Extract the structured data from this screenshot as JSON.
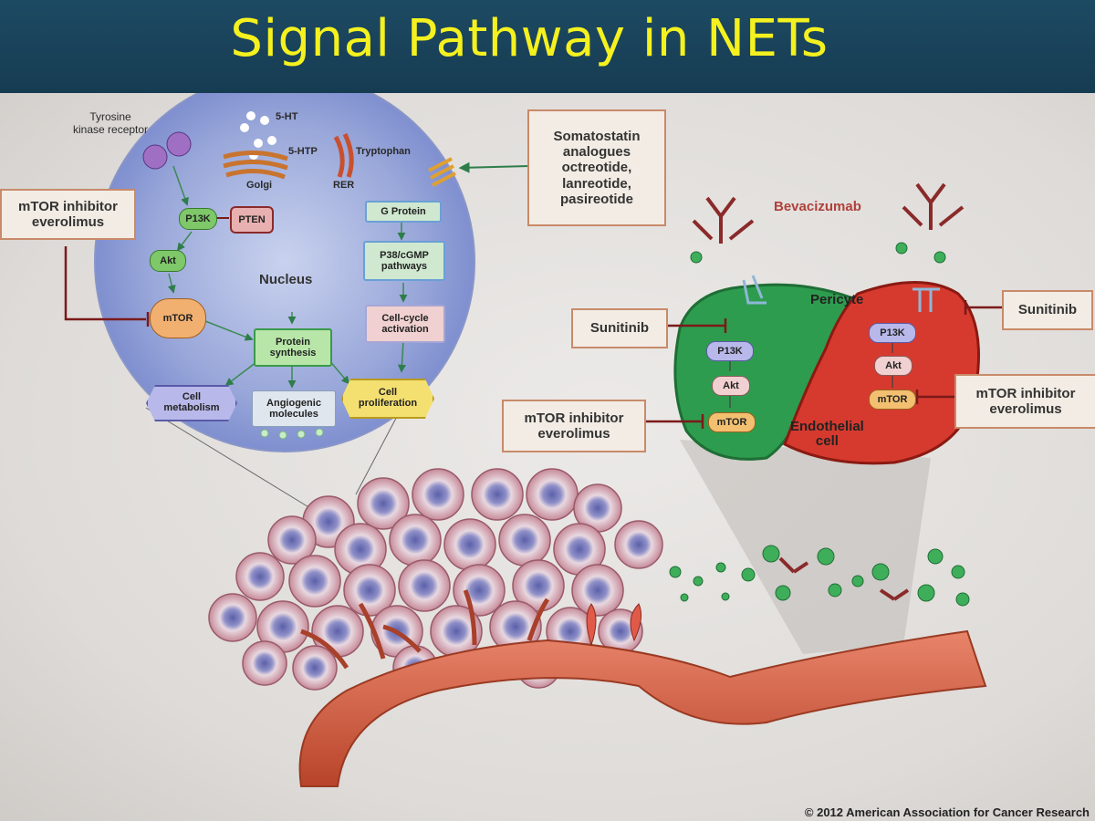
{
  "slide": {
    "title": "Signal Pathway in NETs",
    "copyright": "© 2012 American Association for Cancer Research"
  },
  "cell_panel": {
    "tyrosine_receptor": "Tyrosine\nkinase receptor",
    "serotonin": "5-HT",
    "htp": "5-HTP",
    "tryptophan": "Tryptophan",
    "golgi": "Golgi",
    "rer": "RER",
    "g_protein": "G Protein",
    "p38": "P38/cGMP\npathways",
    "cell_cycle": "Cell-cycle\nactivation",
    "pi3k": "P13K",
    "pten": "PTEN",
    "akt": "Akt",
    "mtor": "mTOR",
    "nucleus": "Nucleus",
    "protein_synthesis": "Protein\nsynthesis",
    "cell_metabolism": "Cell\nmetabolism",
    "angiogenic": "Angiogenic\nmolecules",
    "cell_proliferation": "Cell\nproliferation"
  },
  "drug_boxes": {
    "mtor_left": "mTOR inhibitor\neverolimus",
    "somatostatin": "Somatostatin\nanalogues\noctreotide,\nlanreotide,\npasireotide",
    "sunitinib_left": "Sunitinib",
    "sunitinib_right": "Sunitinib",
    "mtor_center": "mTOR inhibitor\neverolimus",
    "mtor_right": "mTOR inhibitor\neverolimus"
  },
  "vessel_panel": {
    "bevacizumab": "Bevacizumab",
    "pericyte": "Pericyte",
    "endothelial": "Endothelial\ncell",
    "pericyte_pi3k": "P13K",
    "pericyte_akt": "Akt",
    "pericyte_mtor": "mTOR",
    "endo_pi3k": "P13K",
    "endo_akt": "Akt",
    "endo_mtor": "mTOR"
  },
  "colors": {
    "header_bg": "#163c52",
    "title": "#f4f11f",
    "inhibitor_line": "#7a1a1a",
    "pericyte": "#2e9c4e",
    "endothelial": "#d63a2e"
  }
}
